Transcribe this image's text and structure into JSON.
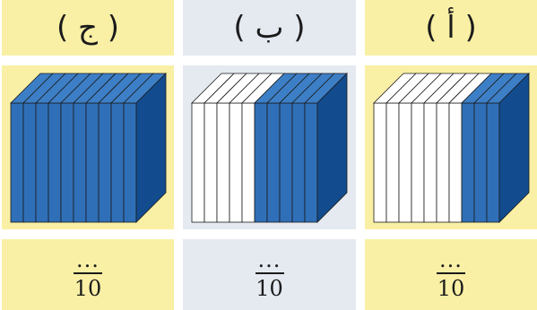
{
  "columns": [
    {
      "label": "( أ )",
      "header_bg": "#f9f0a5",
      "cube": {
        "total_slices": 10,
        "white_slices": 7,
        "blue_slices": 3
      },
      "fraction": {
        "numerator": "...",
        "denominator": "10"
      }
    },
    {
      "label": "( ب )",
      "header_bg": "#e5eaf1",
      "cube": {
        "total_slices": 10,
        "white_slices": 5,
        "blue_slices": 5
      },
      "fraction": {
        "numerator": "...",
        "denominator": "10"
      }
    },
    {
      "label": "( ج )",
      "header_bg": "#f9f0a5",
      "cube": {
        "total_slices": 10,
        "white_slices": 0,
        "blue_slices": 10
      },
      "fraction": {
        "numerator": "...",
        "denominator": "10"
      }
    }
  ],
  "colors": {
    "yellow_cell": "#f9f0a5",
    "blue_cell": "#e5eaf1",
    "slice_blue_front": "#2f6fb7",
    "slice_blue_top": "#3d7fc6",
    "slice_blue_side": "#124c8f",
    "slice_white": "#ffffff",
    "outline": "#1b1b1b"
  }
}
